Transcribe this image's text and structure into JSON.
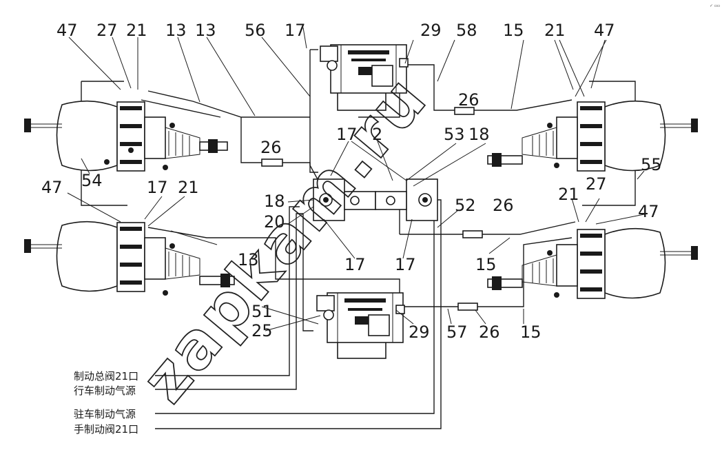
{
  "callouts": {
    "c47a": "47",
    "c27a": "27",
    "c21a": "21",
    "c13a": "13",
    "c13b": "13",
    "c56": "56",
    "c17a": "17",
    "c29a": "29",
    "c58": "58",
    "c15a": "15",
    "c21b": "21",
    "c47b": "47",
    "c26a": "26",
    "c26b": "26",
    "c17b": "17",
    "c2": "2",
    "c53": "53",
    "c18a": "18",
    "c55": "55",
    "c47c": "47",
    "c17c": "17",
    "c21c": "21",
    "c54": "54",
    "c18b": "18",
    "c20": "20",
    "c52": "52",
    "c26c": "26",
    "c21d": "21",
    "c27b": "27",
    "c47d": "47",
    "c13c": "13",
    "c17d": "17",
    "c17e": "17",
    "c15b": "15",
    "c51": "51",
    "c25": "25",
    "c29b": "29",
    "c57": "57",
    "c26d": "26",
    "c15c": "15"
  },
  "sources": [
    "制动总阀21口",
    "行车制动气源",
    "驻车制动气源",
    "手制动阀21口"
  ],
  "watermark": "zapkam.ru",
  "corner_mark": "✓ ▫▫"
}
